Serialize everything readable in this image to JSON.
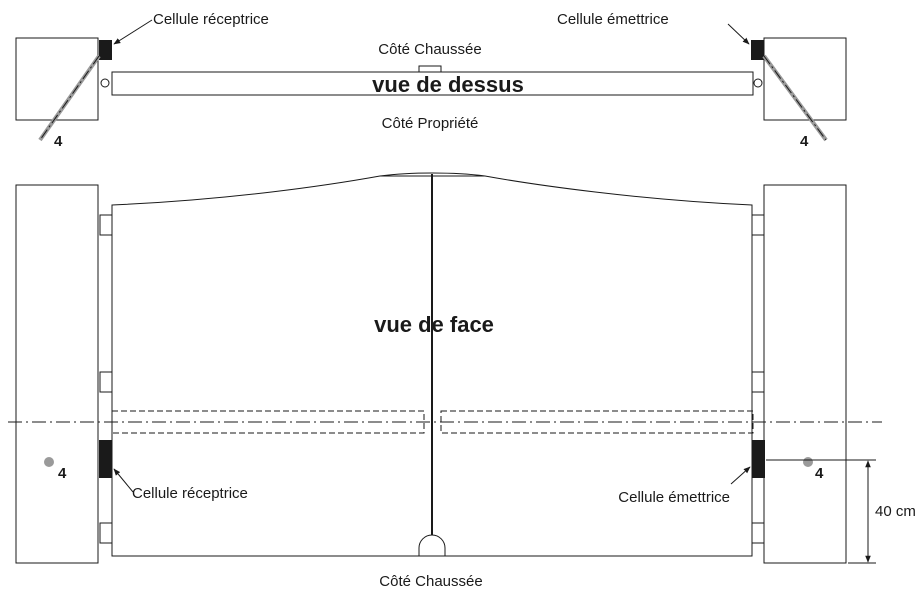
{
  "top_view": {
    "title": "vue de dessus",
    "side_top": "Côté Chaussée",
    "side_bottom": "Côté Propriété",
    "label_left": "Cellule réceptrice",
    "label_right": "Cellule émettrice",
    "marker_left": "4",
    "marker_right": "4"
  },
  "front_view": {
    "title": "vue de face",
    "side_bottom": "Côté Chaussée",
    "label_left": "Cellule réceptrice",
    "label_right": "Cellule émettrice",
    "marker_left": "4",
    "marker_right": "4",
    "dimension": "40 cm"
  },
  "colors": {
    "stroke": "#1a1a1a",
    "cell": "#1a1a1a",
    "marker": "#9a9a9a"
  }
}
